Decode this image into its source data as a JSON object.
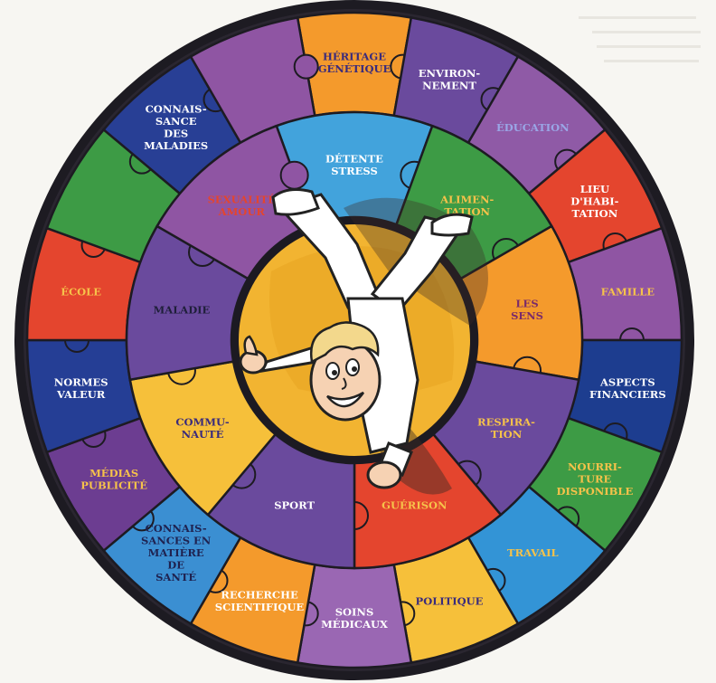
{
  "diagram": {
    "center": {
      "figure": "cartwheeling-boy",
      "background_color": "#f2b431"
    },
    "outer_ring": [
      {
        "id": "heritage",
        "text": "HÉRITAGE\nGÉNÉTIQUE",
        "color": "#f49a2c",
        "text_color": "#3a2b7c"
      },
      {
        "id": "environnement",
        "text": "ENVIRON-\nNEMENT",
        "color": "#6a4a9d",
        "text_color": "#ffffff"
      },
      {
        "id": "education",
        "text": "ÉDUCATION",
        "color": "#8f5aa6",
        "text_color": "#9aa6e6"
      },
      {
        "id": "lieu",
        "text": "LIEU\nD'HABI-\nTATION",
        "color": "#e4452e",
        "text_color": "#ffffff"
      },
      {
        "id": "famille",
        "text": "FAMILLE",
        "color": "#8f55a3",
        "text_color": "#f6c24a"
      },
      {
        "id": "aspects",
        "text": "ASPECTS\nFINANCIERS",
        "color": "#1d3d8f",
        "text_color": "#ffffff"
      },
      {
        "id": "nourriture",
        "text": "NOURRI-\nTURE\nDISPONIBLE",
        "color": "#3d9b45",
        "text_color": "#f6c24a"
      },
      {
        "id": "travail",
        "text": "TRAVAIL",
        "color": "#3394d6",
        "text_color": "#f6c24a"
      },
      {
        "id": "politique",
        "text": "POLITIQUE",
        "color": "#f6c03a",
        "text_color": "#3a2b7c"
      },
      {
        "id": "soins",
        "text": "SOINS\nMÉDICAUX",
        "color": "#9a67b3",
        "text_color": "#ffffff"
      },
      {
        "id": "recherche",
        "text": "RECHERCHE\nSCIENTIFIQUE",
        "color": "#f49a2c",
        "text_color": "#ffffff"
      },
      {
        "id": "connais-sante",
        "text": "CONNAIS-\nSANCES EN\nMATIÈRE\nDE\nSANTÉ",
        "color": "#3b8fd2",
        "text_color": "#1f2250"
      },
      {
        "id": "medias",
        "text": "MÉDIAS\nPUBLICITÉ",
        "color": "#6c3d91",
        "text_color": "#f6c24a"
      },
      {
        "id": "normes",
        "text": "NORMES\nVALEUR",
        "color": "#253e95",
        "text_color": "#ffffff"
      },
      {
        "id": "ecole",
        "text": "ÉCOLE",
        "color": "#e4452e",
        "text_color": "#f6c24a"
      },
      {
        "id": "vert-ouest",
        "text": "",
        "color": "#3d9b45",
        "text_color": "#ffffff"
      },
      {
        "id": "connais-maladies",
        "text": "CONNAIS-\nSANCE\nDES\nMALADIES",
        "color": "#283f95",
        "text_color": "#ffffff"
      },
      {
        "id": "violet-nord",
        "text": "",
        "color": "#8f55a3",
        "text_color": "#ffffff"
      }
    ],
    "inner_ring": [
      {
        "id": "detente",
        "text": "DÉTENTE\nSTRESS",
        "color": "#42a3dc",
        "text_color": "#ffffff"
      },
      {
        "id": "alimentation",
        "text": "ALIMEN-\nTATION",
        "color": "#3d9b45",
        "text_color": "#f6c24a"
      },
      {
        "id": "sens",
        "text": "LES\nSENS",
        "color": "#f49a2c",
        "text_color": "#7a2a6a"
      },
      {
        "id": "respiration",
        "text": "RESPIRA-\nTION",
        "color": "#6a4a9d",
        "text_color": "#f6c24a"
      },
      {
        "id": "guerison",
        "text": "GUÉRISON",
        "color": "#e4452e",
        "text_color": "#f6c24a"
      },
      {
        "id": "sport",
        "text": "SPORT",
        "color": "#6a4a9d",
        "text_color": "#ffffff"
      },
      {
        "id": "communaute",
        "text": "COMMU-\nNAUTÉ",
        "color": "#f6c03a",
        "text_color": "#3a2b7c"
      },
      {
        "id": "maladie",
        "text": "MALADIE",
        "color": "#6a4a9d",
        "text_color": "#1f1f3a"
      },
      {
        "id": "sexualite",
        "text": "SEXUALITÉ\nAMOUR",
        "color": "#8f55a3",
        "text_color": "#e4452e"
      }
    ]
  }
}
